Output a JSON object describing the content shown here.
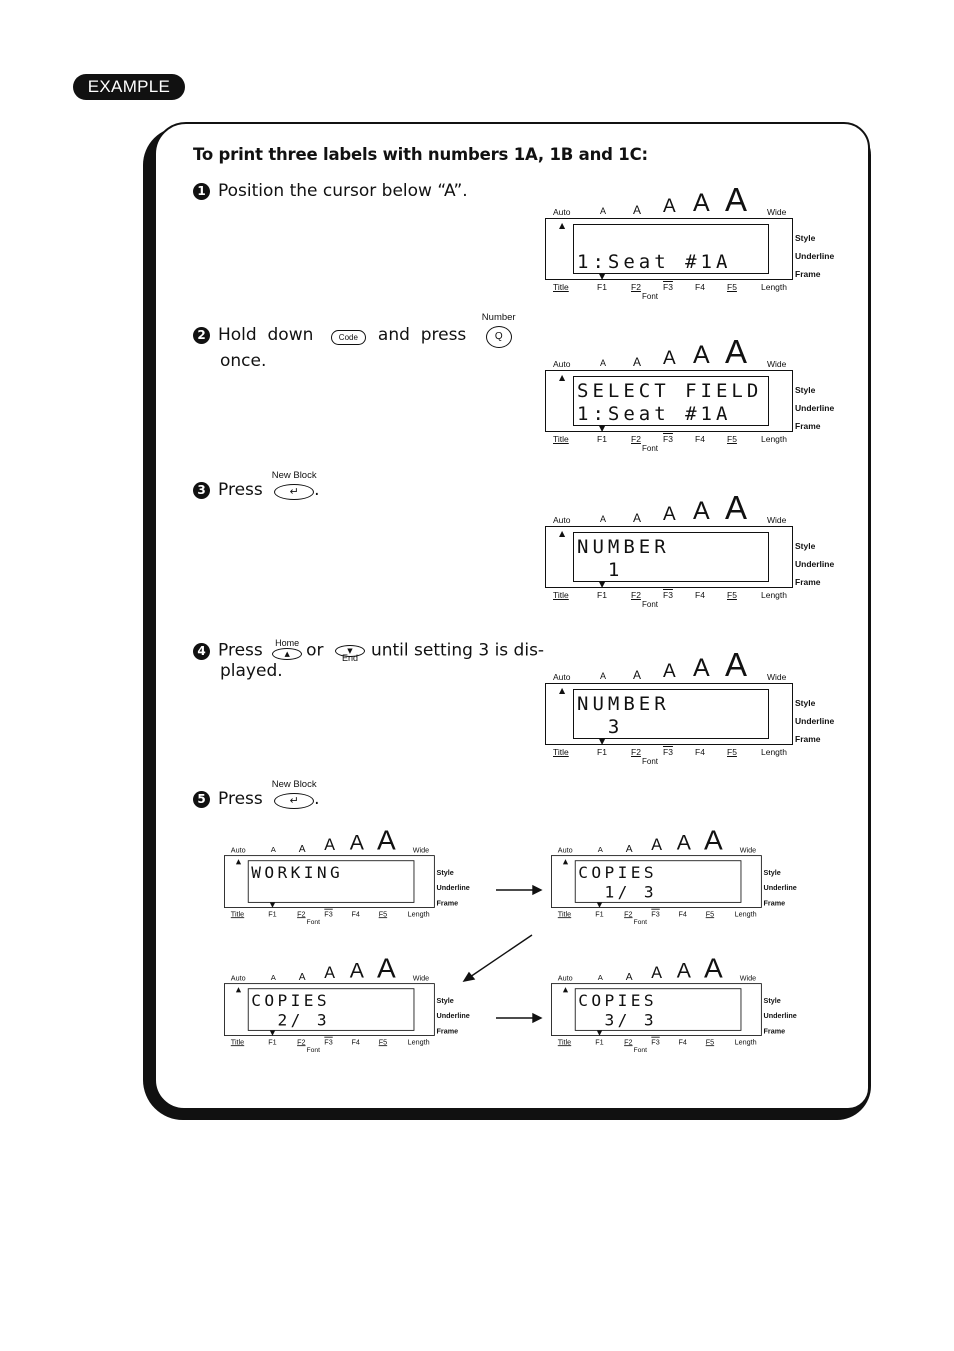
{
  "badge": "EXAMPLE",
  "heading": "To print three labels with numbers 1A, 1B and 1C:",
  "steps": [
    {
      "n": "1",
      "text": "Position the cursor below “A”."
    },
    {
      "n": "2",
      "pre": "Hold  down",
      "key": "Code",
      "mid": "and  press",
      "key2_label": "Number",
      "key2": "Q",
      "post": "once."
    },
    {
      "n": "3",
      "pre": "Press",
      "key_label": "New Block",
      "post": "."
    },
    {
      "n": "4",
      "pre": "Press",
      "key_label": "Home",
      "mid": "or",
      "key2_label": "End",
      "post": "until setting 3 is dis-",
      "post2": "played."
    },
    {
      "n": "5",
      "pre": "Press",
      "key_label": "New Block",
      "post": "."
    }
  ],
  "lcd_labels": {
    "auto": "Auto",
    "a": "A",
    "wide": "Wide",
    "style": "Style",
    "underline": "Underline",
    "frame": "Frame",
    "title": "Title",
    "f1": "F1",
    "f2": "F2",
    "f3": "F3",
    "f4": "F4",
    "f5": "F5",
    "length": "Length",
    "font": "Font"
  },
  "displays": {
    "d1": {
      "line1": "",
      "line2": "1:Seat #1A"
    },
    "d2": {
      "line1": "SELECT FIELD",
      "line2": "1:Seat #1A"
    },
    "d3": {
      "line1": "NUMBER",
      "line2": "  1"
    },
    "d4": {
      "line1": "NUMBER",
      "line2": "  3"
    },
    "d5": {
      "line1": "WORKING",
      "line2": ""
    },
    "d6": {
      "line1": "COPIES",
      "line2": "  1/ 3"
    },
    "d7": {
      "line1": "COPIES",
      "line2": "  2/ 3"
    },
    "d8": {
      "line1": "COPIES",
      "line2": "  3/ 3"
    }
  }
}
